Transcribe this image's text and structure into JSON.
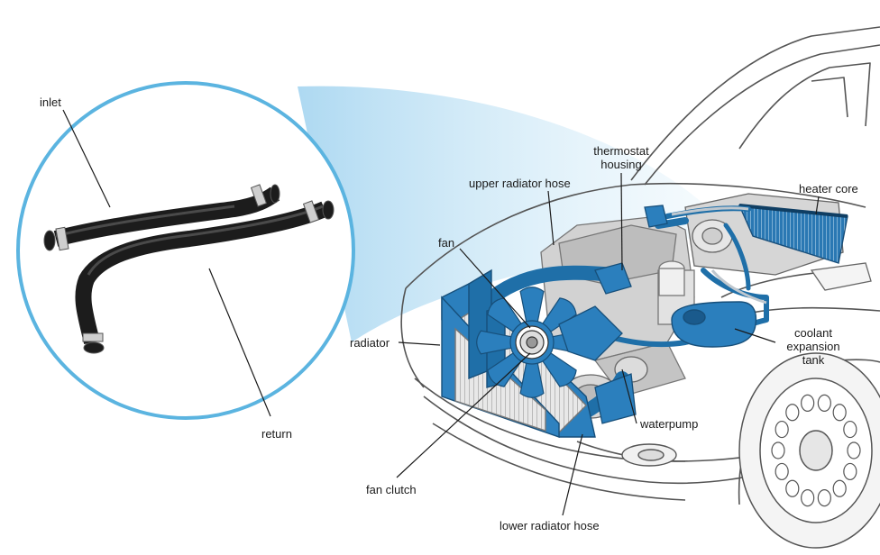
{
  "colors": {
    "coolant_blue": "#1f6fa8",
    "coolant_blue_light": "#5aa6d8",
    "callout_circle": "#5bb4e0",
    "engine_gray": "#c9c9c9",
    "car_outline": "#555555",
    "hose_black": "#1c1c1c"
  },
  "labels": {
    "inlet": "inlet",
    "return": "return",
    "thermostat_housing_1": "thermostat",
    "thermostat_housing_2": "housing",
    "upper_radiator_hose": "upper radiator hose",
    "heater_core": "heater core",
    "fan": "fan",
    "radiator": "radiator",
    "coolant_tank_1": "coolant",
    "coolant_tank_2": "expansion",
    "coolant_tank_3": "tank",
    "waterpump": "waterpump",
    "fan_clutch": "fan clutch",
    "lower_radiator_hose": "lower radiator hose"
  }
}
